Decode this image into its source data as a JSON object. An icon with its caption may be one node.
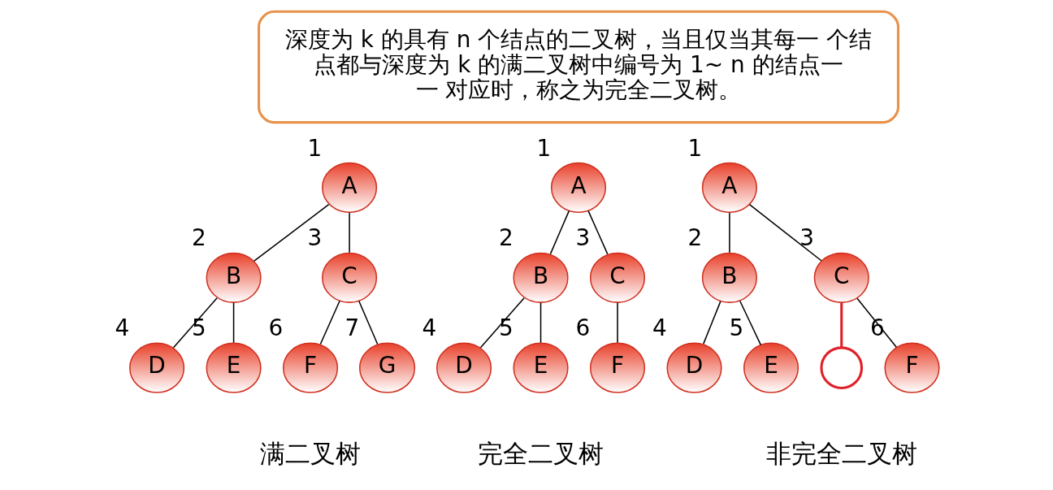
{
  "diagram": {
    "nodes": [
      {
        "text": [
          "深度为 k 的具有 n 个结点的二叉树，当且仅当其每一 个结点都与深度为 k 的满二叉树中编号为 1~ n 的结点一一 对应时，称之为完全二叉树。"
        ]
      },
      {
        "text": [
          "A"
        ],
        "beside": [
          "1"
        ]
      },
      {
        "text": [
          "B"
        ],
        "beside": [
          "2"
        ]
      },
      {
        "text": [
          "C"
        ],
        "beside": [
          "3"
        ]
      },
      {
        "text": [
          "D"
        ],
        "beside": [
          "4"
        ]
      },
      {
        "text": [
          "E"
        ],
        "beside": [
          "5"
        ]
      },
      {
        "text": [
          "F"
        ],
        "beside": [
          "6"
        ]
      },
      {
        "text": [
          "G"
        ],
        "beside": [
          "7"
        ]
      },
      {
        "text": [
          "A"
        ],
        "beside": [
          "1"
        ]
      },
      {
        "text": [
          "B"
        ],
        "beside": [
          "2"
        ]
      },
      {
        "text": [
          "C"
        ],
        "beside": [
          "3"
        ]
      },
      {
        "text": [
          "D"
        ],
        "beside": [
          "4"
        ]
      },
      {
        "text": [
          "E"
        ],
        "beside": [
          "5"
        ]
      },
      {
        "text": [
          "F"
        ],
        "beside": [
          "6"
        ]
      },
      {
        "text": [
          "A"
        ],
        "beside": [
          "1"
        ]
      },
      {
        "text": [
          "B"
        ],
        "beside": [
          "2"
        ]
      },
      {
        "text": [
          "C"
        ],
        "beside": [
          "3"
        ]
      },
      {
        "text": [
          "D"
        ],
        "beside": [
          "4"
        ]
      },
      {
        "text": [
          "E"
        ],
        "beside": [
          "5"
        ]
      },
      {
        "text": [],
        "shape": "circle"
      },
      {
        "text": [
          "F"
        ],
        "beside": [
          "6"
        ]
      }
    ],
    "edges": [
      {
        "from": 1,
        "to": 2,
        "arrow": "none"
      },
      {
        "from": 1,
        "to": 3,
        "arrow": "none"
      },
      {
        "from": 2,
        "to": 4,
        "arrow": "none"
      },
      {
        "from": 2,
        "to": 5,
        "arrow": "none"
      },
      {
        "from": 3,
        "to": 6,
        "arrow": "none"
      },
      {
        "from": 3,
        "to": 7,
        "arrow": "none"
      },
      {
        "from": 8,
        "to": 9,
        "arrow": "none"
      },
      {
        "from": 8,
        "to": 10,
        "arrow": "none"
      },
      {
        "from": 9,
        "to": 11,
        "arrow": "none"
      },
      {
        "from": 9,
        "to": 12,
        "arrow": "none"
      },
      {
        "from": 10,
        "to": 13,
        "arrow": "none"
      },
      {
        "from": 14,
        "to": 15,
        "arrow": "none"
      },
      {
        "from": 14,
        "to": 16,
        "arrow": "none"
      },
      {
        "from": 15,
        "to": 17,
        "arrow": "none"
      },
      {
        "from": 15,
        "to": 18,
        "arrow": "none"
      },
      {
        "from": 16,
        "to": 19,
        "arrow": "none",
        "color": "#e0202a"
      },
      {
        "from": 16,
        "to": 20,
        "arrow": "none"
      }
    ],
    "labels": [
      "满二叉树",
      "完全二叉树",
      "非完全二叉树"
    ]
  }
}
